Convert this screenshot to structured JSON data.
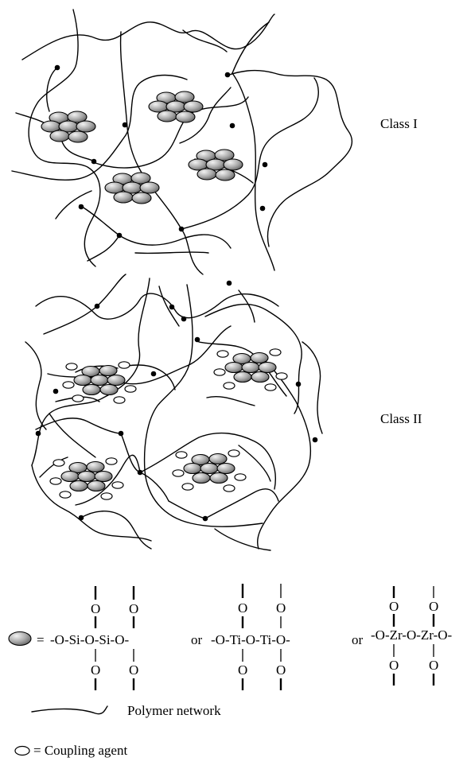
{
  "labels": {
    "class_1": "Class I",
    "class_2": "Class II"
  },
  "legend": {
    "equals": "=",
    "or": "or",
    "polymer_network": "Polymer network",
    "coupling_agent": "= Coupling agent"
  },
  "formulas": {
    "si": {
      "o_top": [
        "O",
        "O"
      ],
      "chain": "-O-Si-O-Si-O-",
      "o_bottom": [
        "O",
        "O"
      ]
    },
    "ti": {
      "o_top": [
        "O",
        "O"
      ],
      "chain": "-O-Ti-O-Ti-O-",
      "o_bottom": [
        "O",
        "O"
      ]
    },
    "zr": {
      "o_top": [
        "O",
        "O"
      ],
      "chain": "-O-Zr-O-Zr-O-",
      "o_bottom": [
        "O",
        "O"
      ]
    }
  },
  "colors": {
    "ink": "#000000",
    "particle_light": "#e8e8e8",
    "particle_dark": "#6e6e6e",
    "background": "#ffffff"
  }
}
